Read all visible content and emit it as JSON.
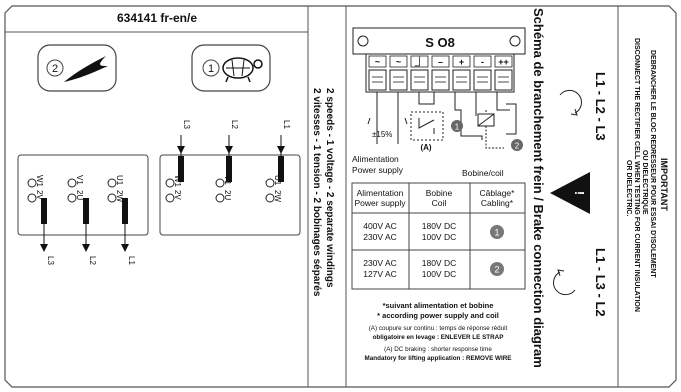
{
  "ref": "634141 fr-en/e",
  "speeds": {
    "high_number": "2",
    "low_number": "1"
  },
  "terminals": {
    "top": [
      "W1",
      "V1",
      "U1"
    ],
    "bottom": [
      "2V",
      "2U",
      "2W"
    ],
    "hs_lines": [
      "L3",
      "L2",
      "L1"
    ],
    "ls_lines": [
      "L3",
      "L2",
      "L1"
    ]
  },
  "vertical_text": {
    "fr": "2 vitesses - 1 tension - 2 bobinages séparés",
    "en": "2 speeds - 1 voltage - 2 separate windings"
  },
  "brake": {
    "title": "Schéma de branchement frein / Brake connection diagram",
    "rectifier": "S O8",
    "terminal_signs": [
      "~",
      "~",
      "⏌",
      "–",
      "+",
      "-",
      "++"
    ],
    "percent": "±15%",
    "strap_tag": "(A)",
    "supply_label": [
      "Alimentation",
      "Power supply"
    ],
    "coil_label": "Bobine/coil",
    "badges": [
      "1",
      "2"
    ]
  },
  "table": {
    "headers": [
      [
        "Alimentation",
        "Power supply"
      ],
      [
        "Bobine",
        "Coil"
      ],
      [
        "Câblage*",
        "Cabling*"
      ]
    ],
    "rows": [
      {
        "supply": [
          "400V AC",
          "230V AC"
        ],
        "coil": [
          "180V DC",
          "100V DC"
        ],
        "cabling": "1"
      },
      {
        "supply": [
          "230V AC",
          "127V AC"
        ],
        "coil": [
          "180V DC",
          "100V DC"
        ],
        "cabling": "2"
      }
    ]
  },
  "notes": [
    "*suivant alimentation et bobine",
    "* according power supply and coil",
    "(A) coupure sur continu : temps de réponse réduit",
    "obligatoire en levage : ENLEVER LE STRAP",
    "(A) DC braking : shorter response time",
    "Mandatory for lifting application : REMOVE WIRE"
  ],
  "rotation": {
    "top": "L1 - L2 - L3",
    "bottom": "L1 - L3 - L2"
  },
  "warning": {
    "title": "IMPORTANT",
    "lines": [
      "DEBRANCHER LE BLOC REDRESSEUR POUR ESSAI D'ISOLEMENT",
      "OU DIELECTRIQUE",
      "DISCONNECT THE RECTIFIER CELL WHEN TESTING FOR CURRENT INSULATION",
      "OR DIELECTRIC."
    ]
  }
}
